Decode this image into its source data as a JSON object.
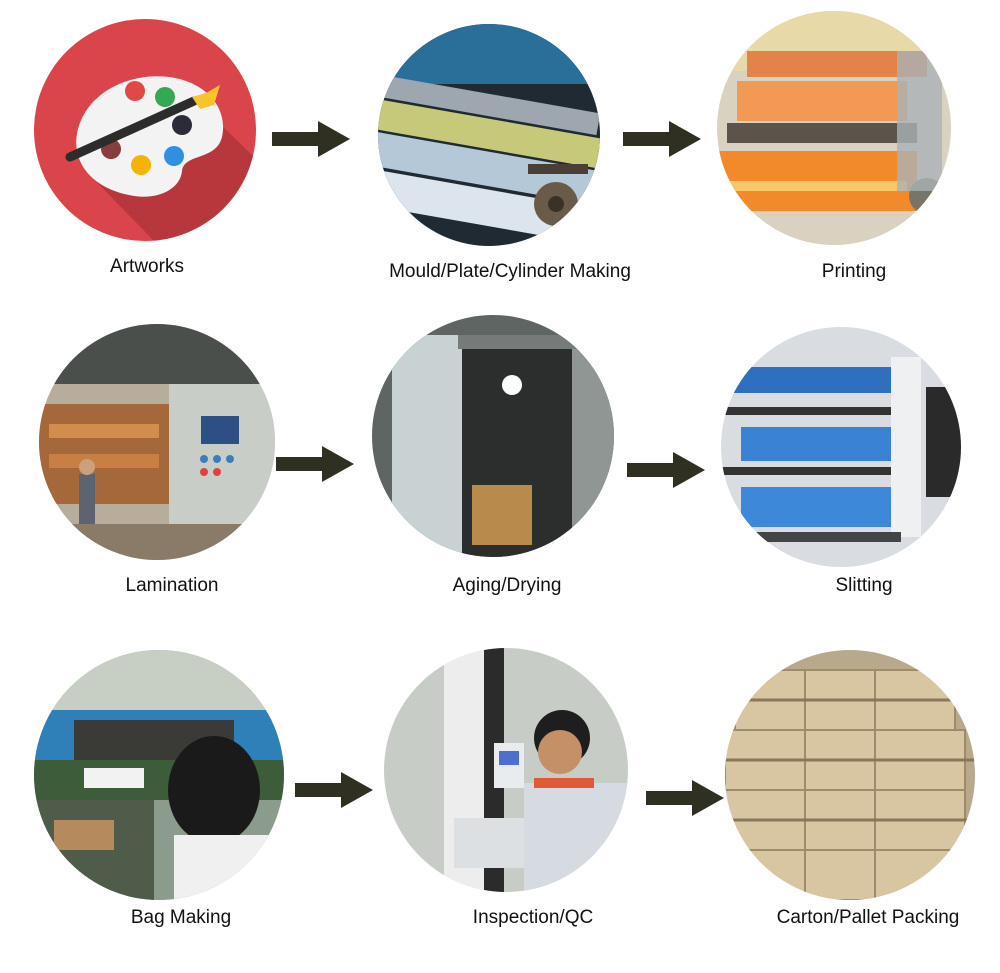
{
  "steps": [
    {
      "label": "Artworks",
      "icon": "palette-icon"
    },
    {
      "label": "Mould/Plate/Cylinder Making",
      "icon": "cylinders-photo"
    },
    {
      "label": "Printing",
      "icon": "printing-press-photo"
    },
    {
      "label": "Lamination",
      "icon": "laminator-photo"
    },
    {
      "label": "Aging/Drying",
      "icon": "drying-oven-photo"
    },
    {
      "label": "Slitting",
      "icon": "slitter-photo"
    },
    {
      "label": "Bag Making",
      "icon": "bag-making-photo"
    },
    {
      "label": "Inspection/QC",
      "icon": "inspection-photo"
    },
    {
      "label": "Carton/Pallet Packing",
      "icon": "cartons-photo"
    }
  ],
  "colors": {
    "arrow": "#2f2f22",
    "palette_bg": "#d9454a",
    "label": "#111111"
  }
}
